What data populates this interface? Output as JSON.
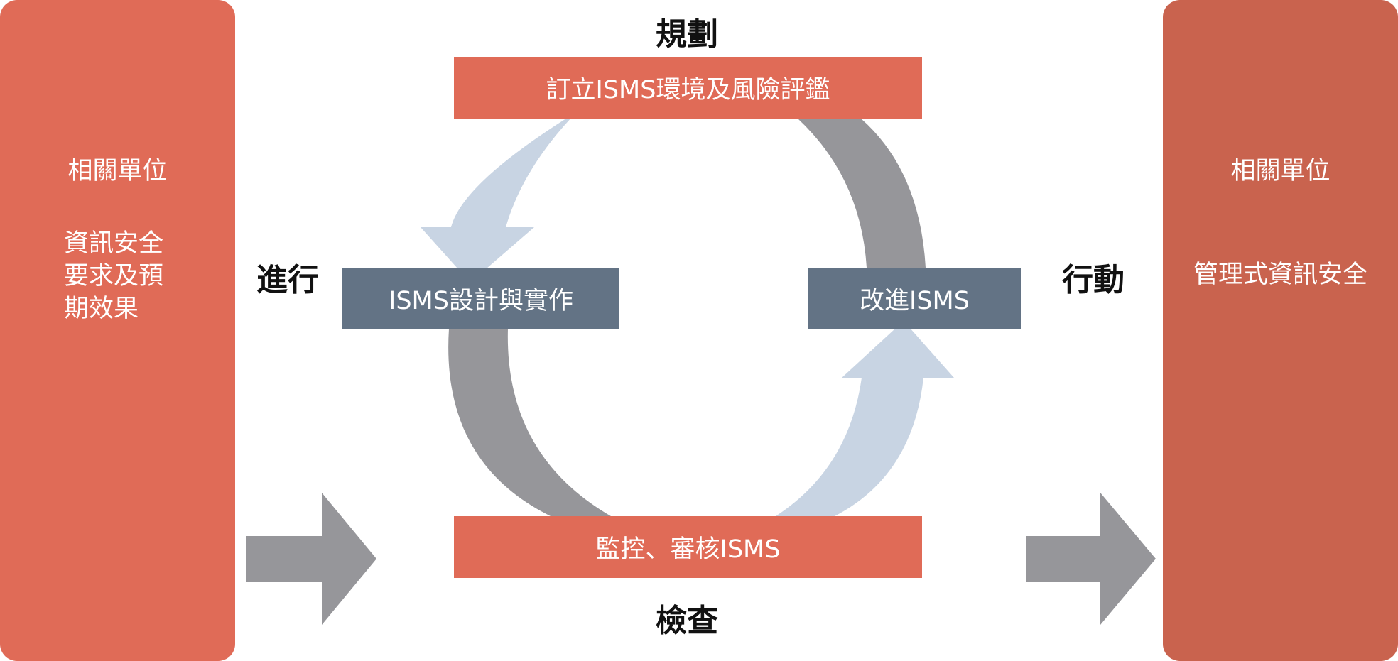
{
  "colors": {
    "left_panel": "#e06b57",
    "right_panel": "#c9634e",
    "plan_check_box": "#e06b57",
    "do_act_box": "#637385",
    "light_arrow": "#c8d4e3",
    "gray_arrow": "#96969a",
    "phase_text": "#111111"
  },
  "left_panel": {
    "heading": "相關單位",
    "lines": [
      "資訊安全",
      "要求及預",
      "期效果"
    ]
  },
  "right_panel": {
    "heading": "相關單位",
    "body": "管理式資訊安全"
  },
  "phases": {
    "plan": "規劃",
    "do": "進行",
    "check": "檢查",
    "act": "行動"
  },
  "steps": {
    "plan": "訂立ISMS環境及風險評鑑",
    "do": "ISMS設計與實作",
    "check": "監控、審核ISMS",
    "act": "改進ISMS"
  }
}
